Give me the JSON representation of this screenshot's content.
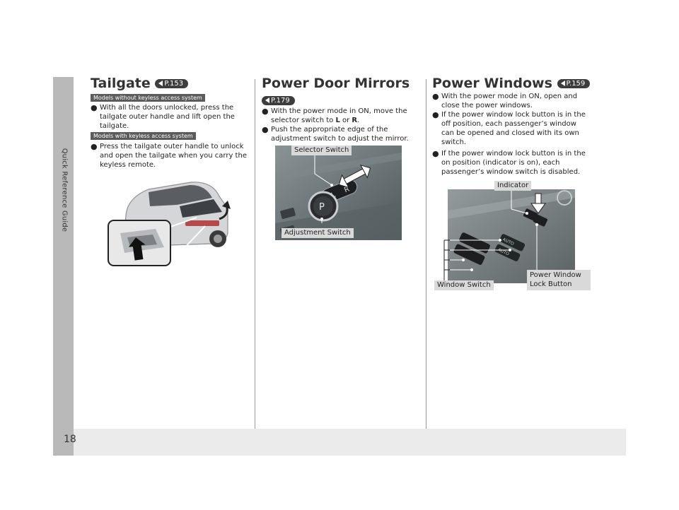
{
  "page": {
    "number": "18",
    "side_title": "Quick Reference Guide"
  },
  "tailgate": {
    "title": "Tailgate",
    "ref": "P.153",
    "tag1": "Models without keyless access system",
    "bullet1_lines": [
      "With all the doors unlocked, press the",
      "tailgate outer handle and lift open the",
      "tailgate."
    ],
    "tag2": "Models with keyless access system",
    "bullet2_lines": [
      "Press the tailgate outer handle to unlock",
      "and open the tailgate when you carry the",
      "keyless remote."
    ]
  },
  "mirrors": {
    "title": "Power Door Mirrors",
    "ref": "P.179",
    "bullet1_lines": [
      "With the power mode in ON, move the",
      "selector switch to ",
      "L",
      " or ",
      "R",
      "."
    ],
    "bullet2_lines": [
      "Push the appropriate edge of the",
      "adjustment switch to adjust the mirror."
    ],
    "callout_selector": "Selector Switch",
    "callout_adjust": "Adjustment Switch",
    "switch_l": "L",
    "switch_r": "R",
    "switch_center": "P"
  },
  "windows": {
    "title": "Power Windows",
    "ref": "P.159",
    "bullet1_lines": [
      "With the power mode in ON, open and",
      "close the power windows."
    ],
    "bullet2_lines": [
      "If the power window lock button is in the",
      "off position, each passenger’s window",
      "can be opened and closed with its own",
      "switch."
    ],
    "bullet3_lines": [
      "If the power window lock button is in the",
      "on position (indicator is on), each",
      "passenger’s window switch is disabled."
    ],
    "callout_indicator": "Indicator",
    "callout_window_switch": "Window Switch",
    "callout_lock_lines": [
      "Power Window",
      "Lock Button"
    ],
    "switch_auto": "AUTO"
  },
  "bullet_symbol": "●",
  "colors": {
    "sidebar": "#b9b9b9",
    "page_bg": "#ebebeb",
    "tag_bg": "#5b5b5b",
    "ref_bg": "#3d3d3d",
    "callout_bg": "#d9d9d9"
  }
}
